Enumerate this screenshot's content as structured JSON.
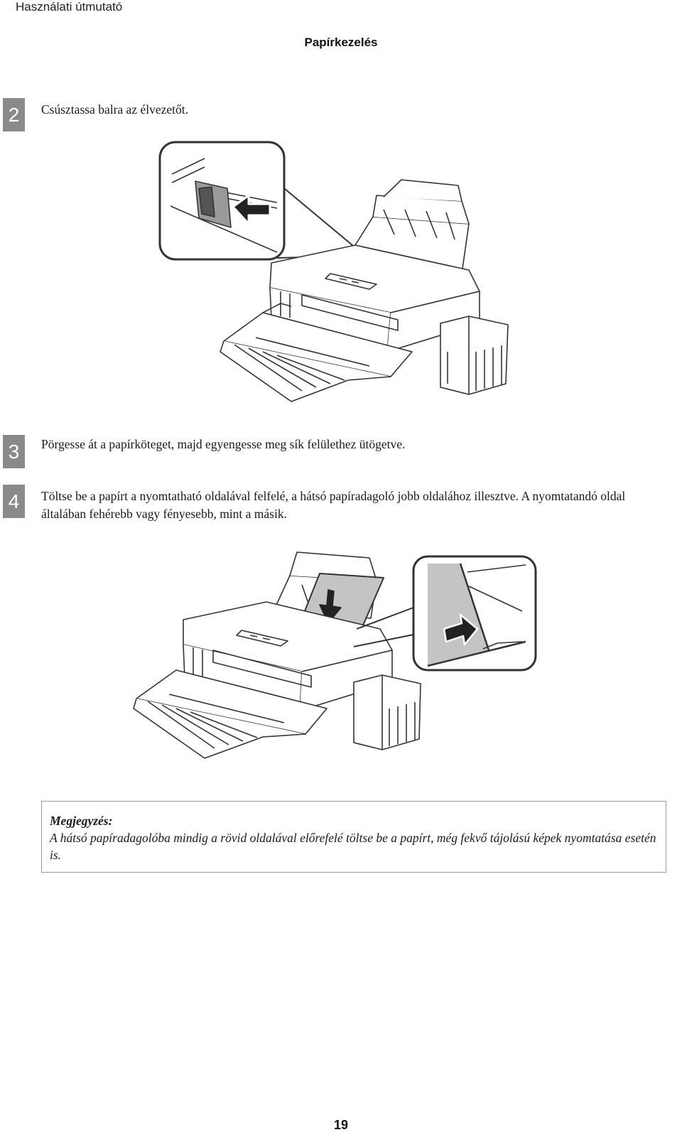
{
  "header": {
    "running_head": "Használati útmutató",
    "section_title": "Papírkezelés"
  },
  "steps": [
    {
      "number": "2",
      "text": "Csúsztassa balra az élvezetőt."
    },
    {
      "number": "3",
      "text": "Pörgesse át a papírköteget, majd egyengesse meg sík felülethez ütögetve."
    },
    {
      "number": "4",
      "text": "Töltse be a papírt a nyomtatható oldalával felfelé, a hátsó papíradagoló jobb oldalához illesztve. A nyomtatandó oldal általában fehérebb vagy fényesebb, mint a másik."
    }
  ],
  "note": {
    "title": "Megjegyzés:",
    "text": "A hátsó papíradagolóba mindig a rövid oldalával előrefelé töltse be a papírt, még fekvő tájolású képek nyomtatása esetén is."
  },
  "footer": {
    "page_number": "19"
  },
  "colors": {
    "step_marker": "#8a8a8a",
    "line_art": "#333333",
    "paper_fill": "#c4c4c4",
    "note_border": "#9a9a9a"
  }
}
